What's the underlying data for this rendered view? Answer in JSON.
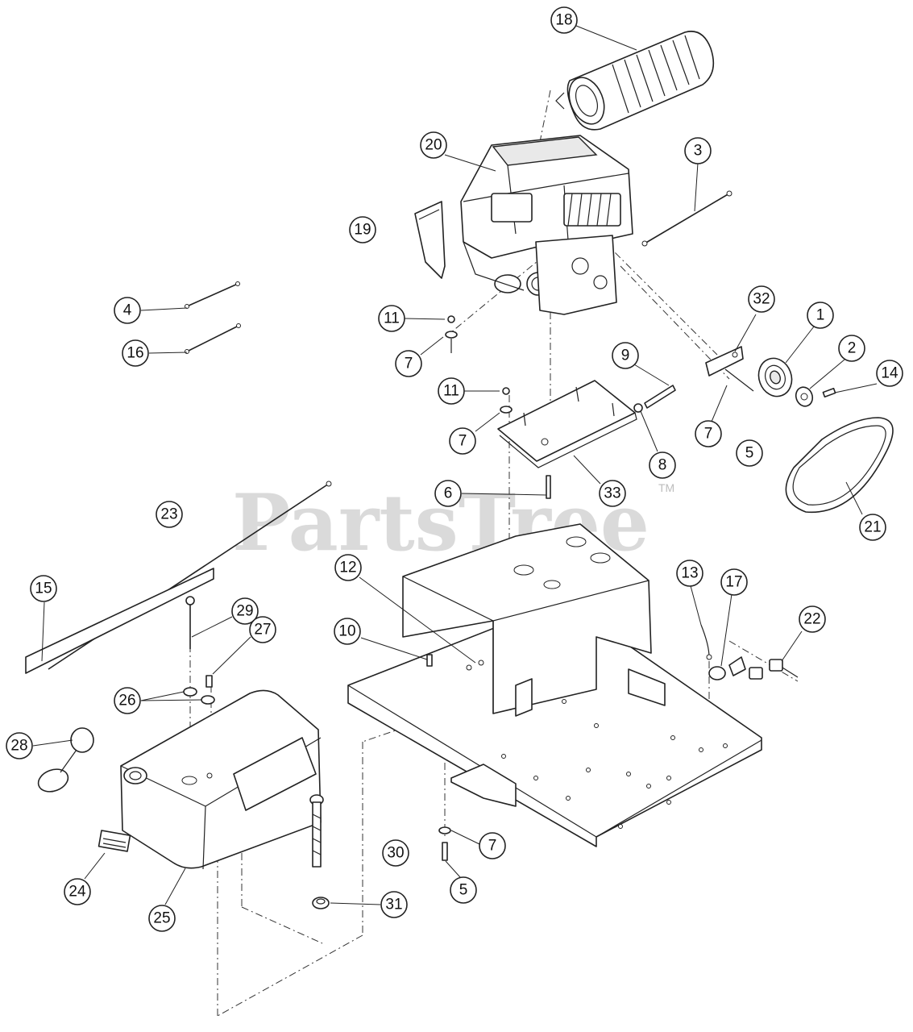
{
  "watermark": {
    "brand": "PartsTree",
    "trademark": "TM"
  },
  "callouts": [
    {
      "label": "18"
    },
    {
      "label": "20"
    },
    {
      "label": "3"
    },
    {
      "label": "19"
    },
    {
      "label": "4"
    },
    {
      "label": "16"
    },
    {
      "label": "11"
    },
    {
      "label": "7"
    },
    {
      "label": "32"
    },
    {
      "label": "1"
    },
    {
      "label": "2"
    },
    {
      "label": "14"
    },
    {
      "label": "9"
    },
    {
      "label": "11"
    },
    {
      "label": "7"
    },
    {
      "label": "7"
    },
    {
      "label": "5"
    },
    {
      "label": "8"
    },
    {
      "label": "33"
    },
    {
      "label": "6"
    },
    {
      "label": "21"
    },
    {
      "label": "23"
    },
    {
      "label": "12"
    },
    {
      "label": "15"
    },
    {
      "label": "29"
    },
    {
      "label": "10"
    },
    {
      "label": "13"
    },
    {
      "label": "17"
    },
    {
      "label": "22"
    },
    {
      "label": "27"
    },
    {
      "label": "26"
    },
    {
      "label": "28"
    },
    {
      "label": "7"
    },
    {
      "label": "30"
    },
    {
      "label": "24"
    },
    {
      "label": "5"
    },
    {
      "label": "31"
    },
    {
      "label": "25"
    }
  ]
}
